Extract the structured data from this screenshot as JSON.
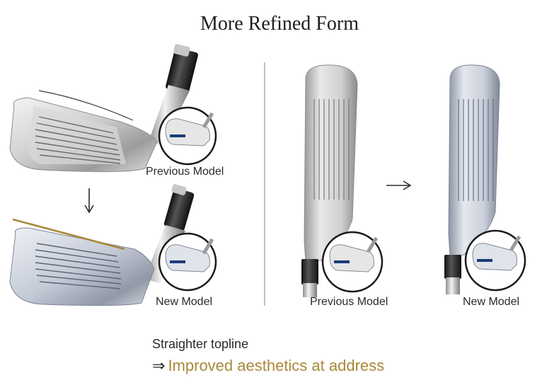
{
  "title": "More Refined Form",
  "labels": {
    "left_top": "Previous Model",
    "left_bottom": "New Model",
    "right_prev": "Previous Model",
    "right_new": "New Model"
  },
  "caption": {
    "line1": "Straighter topline",
    "arrow": "⇒",
    "line2": "Improved aesthetics at address"
  },
  "colors": {
    "accent": "#a8893a",
    "text": "#2a2a2a",
    "divider": "#9a9a9a"
  },
  "icons": {
    "down_arrow": "arrow-down-icon",
    "right_arrow": "arrow-right-icon"
  }
}
